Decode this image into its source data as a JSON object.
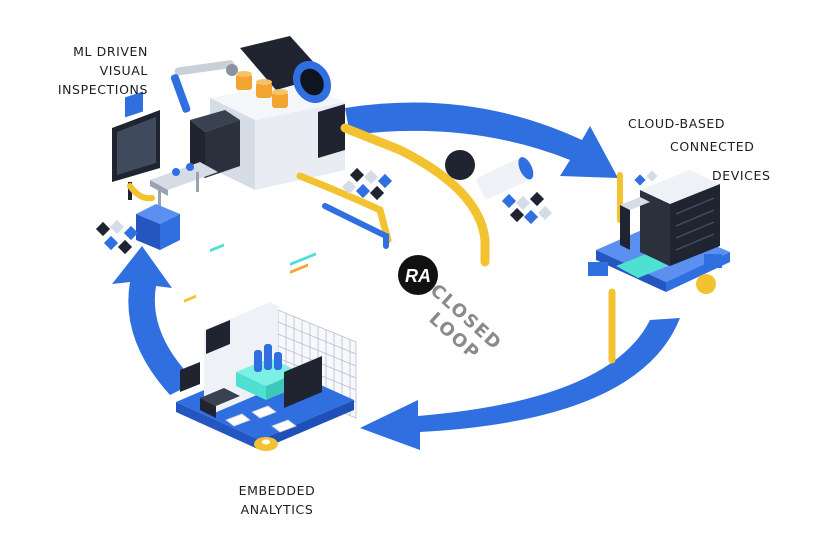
{
  "labels": {
    "ml_line1": "ML DRIVEN",
    "ml_line2": "VISUAL",
    "ml_line3": "INSPECTIONS",
    "cloud_line1": "CLOUD-BASED",
    "cloud_line2": "CONNECTED",
    "cloud_line3": "DEVICES",
    "embedded_line1": "EMBEDDED",
    "embedded_line2": "ANALYTICS",
    "loop_line1": "CLOSED",
    "loop_line2": "LOOP"
  },
  "logo": {
    "text": "RA"
  },
  "colors": {
    "arrow_blue": "#2f6fe0",
    "pipe_yellow": "#f2c230",
    "machine_white": "#e9edf3",
    "dark": "#1f2430",
    "cyan": "#4fe0d2"
  }
}
